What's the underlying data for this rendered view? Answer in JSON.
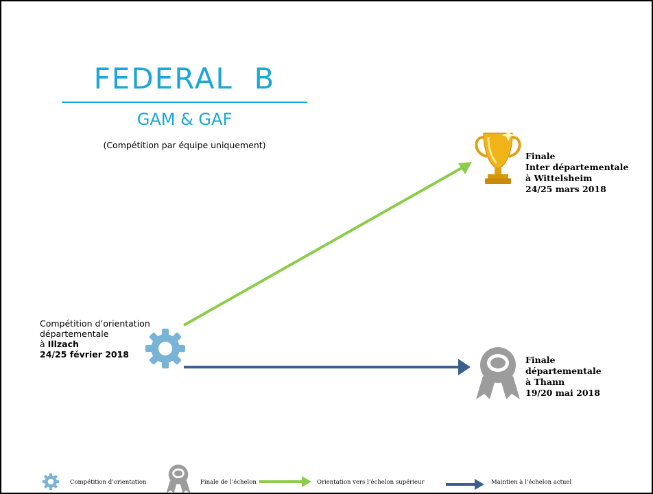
{
  "title": "FEDERAL  B",
  "subtitle": "GAM & GAF",
  "note": "(Compétition par équipe uniquement)",
  "origin": {
    "line1": "Compétition d’orientation",
    "line2": "départementale",
    "prefix": "à ",
    "place": "Illzach",
    "date": "24/25 février 2018"
  },
  "dest_top": {
    "lines": [
      "Finale",
      "Inter départementale",
      "à Wittelsheim",
      "24/25 mars 2018"
    ]
  },
  "dest_bottom": {
    "lines": [
      "Finale",
      "départementale",
      "à Thann",
      "19/20 mai 2018"
    ]
  },
  "legend": {
    "gear": "Compétition d’orientation",
    "medal": "Finale de l’échelon",
    "green_arrow": "Orientation vers l’échelon supérieur",
    "blue_arrow": "Maintien à l’échelon actuel"
  },
  "colors": {
    "title": "#1aa6d6",
    "gear": "#79b4d6",
    "green": "#8bcc4a",
    "blue": "#3a5f8e",
    "medal": "#9c9c9c",
    "trophy": "#f0b419"
  },
  "icons": [
    "gear-icon",
    "trophy-icon",
    "medal-icon"
  ]
}
